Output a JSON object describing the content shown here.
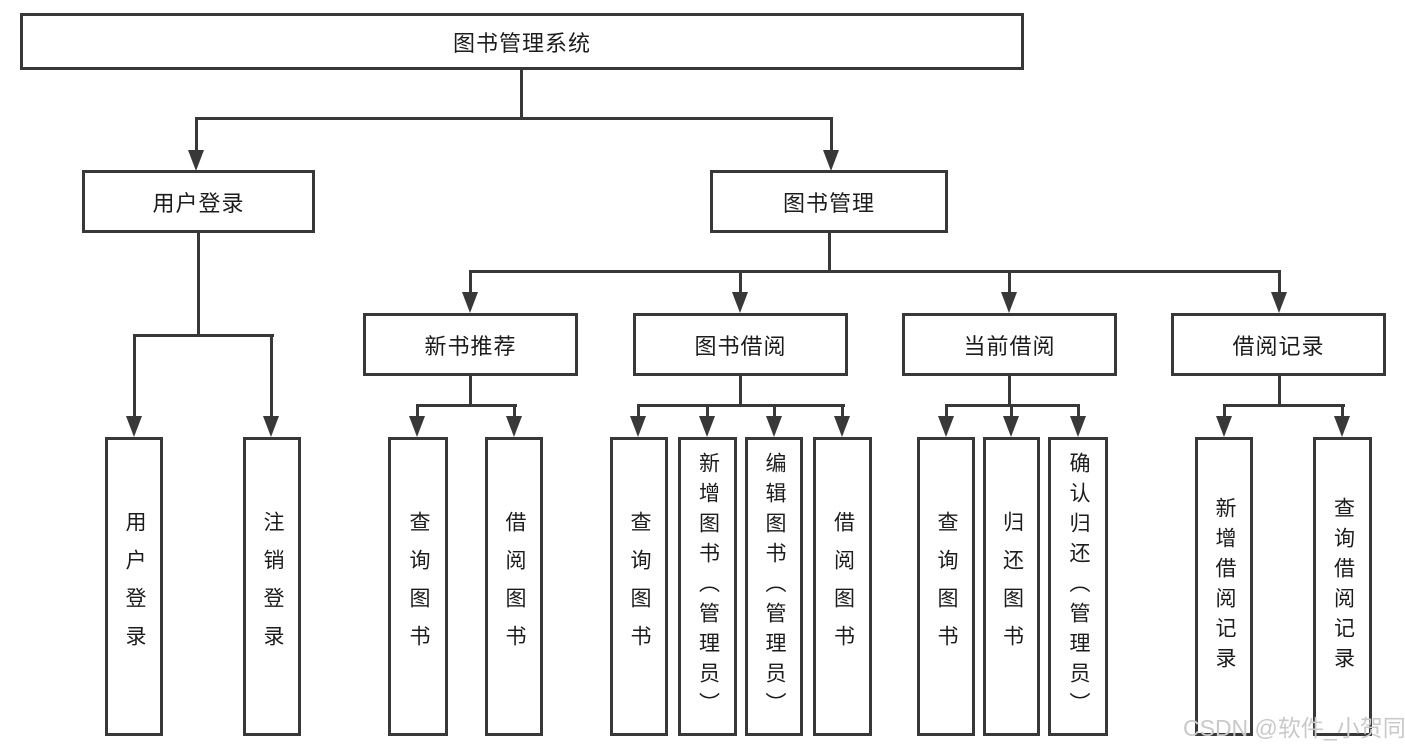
{
  "tree": {
    "root": "图书管理系统",
    "groups": [
      {
        "parent": "用户登录",
        "children": [
          "用户登录",
          "注销登录"
        ]
      },
      {
        "parent": "图书管理",
        "sections": [
          {
            "parent": "新书推荐",
            "children": [
              "查询图书",
              "借阅图书"
            ]
          },
          {
            "parent": "图书借阅",
            "children": [
              "查询图书",
              "新增图书（管理员）",
              "编辑图书（管理员）",
              "借阅图书"
            ]
          },
          {
            "parent": "当前借阅",
            "children": [
              "查询图书",
              "归还图书",
              "确认归还（管理员）"
            ]
          },
          {
            "parent": "借阅记录",
            "children": [
              "新增借阅记录",
              "查询借阅记录"
            ]
          }
        ]
      }
    ]
  },
  "watermark": {
    "text": "CSDN @软件_小贺同学"
  },
  "colors": {
    "line": "#383838",
    "text": "#1c1c1c",
    "watermark": "#c9c9c9",
    "background": "#ffffff"
  }
}
